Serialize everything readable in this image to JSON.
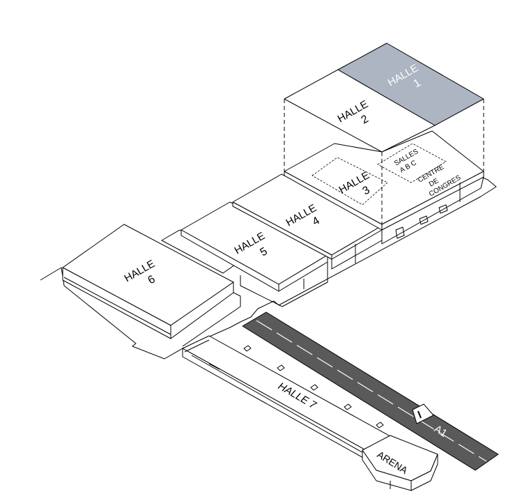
{
  "colors": {
    "halle1_roof": "#adb5c2",
    "road": "#5a5a5a",
    "stroke": "#000000",
    "roof": "#ffffff"
  },
  "halls": {
    "halle1": {
      "line1": "HALLE",
      "line2": "1"
    },
    "halle2": {
      "line1": "HALLE",
      "line2": "2"
    },
    "halle3": {
      "line1": "HALLE",
      "line2": "3"
    },
    "halle4": {
      "line1": "HALLE",
      "line2": "4"
    },
    "halle5": {
      "line1": "HALLE",
      "line2": "5"
    },
    "halle6": {
      "line1": "HALLE",
      "line2": "6"
    },
    "halle7": {
      "label": "HALLE 7"
    }
  },
  "salles": {
    "line1": "SALLES",
    "line2": "A B C"
  },
  "centre": {
    "line1": "CENTRE",
    "line2": "DE",
    "line3": "CONGRES"
  },
  "arena": {
    "label": "ARENA"
  },
  "highway": {
    "label": "A1"
  }
}
